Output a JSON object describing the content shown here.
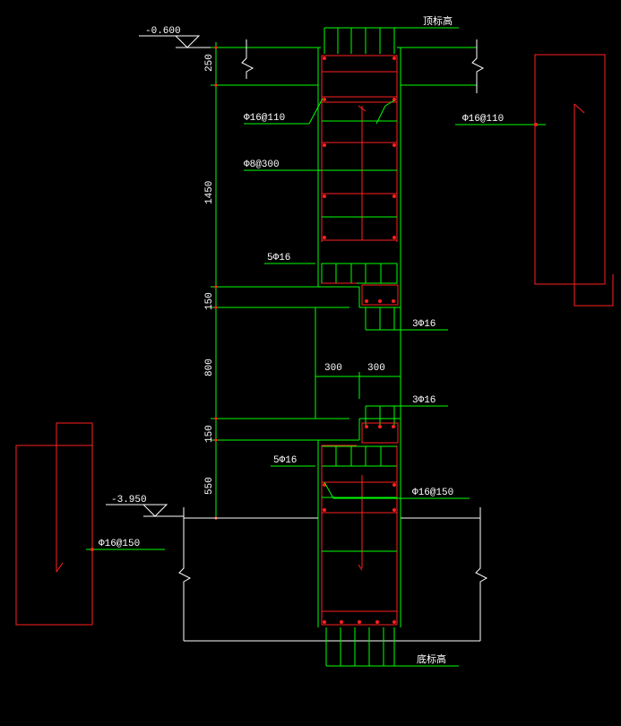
{
  "drawing": {
    "labels": {
      "top_elev": "-0.600",
      "bottom_elev": "-3.950",
      "top_rebar": "顶标高",
      "bottom_rebar": "底标高",
      "phi16_110_left": "Φ16@110",
      "phi16_110_right": "Φ16@110",
      "phi8_300": "Φ8@300",
      "five_phi16_upper": "5Φ16",
      "three_phi16_upper": "3Φ16",
      "three_phi16_lower": "3Φ16",
      "five_phi16_lower": "5Φ16",
      "phi16_150_right": "Φ16@150",
      "phi16_150_left": "Φ16@150"
    },
    "dimensions": {
      "vertical": [
        "250",
        "1450",
        "150",
        "800",
        "150",
        "550"
      ],
      "horizontal": [
        "300",
        "300"
      ]
    },
    "colors": {
      "background": "#000000",
      "concrete_outline": "#00ff00",
      "rebar": "#ff2020",
      "annotation": "#ffffff"
    }
  }
}
